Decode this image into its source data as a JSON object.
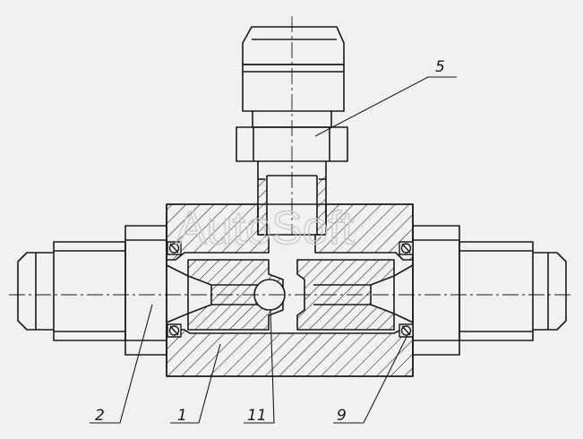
{
  "drawing": {
    "watermark": "AutoSoft",
    "callouts": [
      {
        "id": "callout-5",
        "label": "5"
      },
      {
        "id": "callout-2",
        "label": "2"
      },
      {
        "id": "callout-1",
        "label": "1"
      },
      {
        "id": "callout-11",
        "label": "11"
      },
      {
        "id": "callout-9",
        "label": "9"
      }
    ],
    "colors": {
      "line": "#1a1a1a",
      "paper": "#f1f1ef",
      "hatch": "#1a1a1a"
    }
  }
}
